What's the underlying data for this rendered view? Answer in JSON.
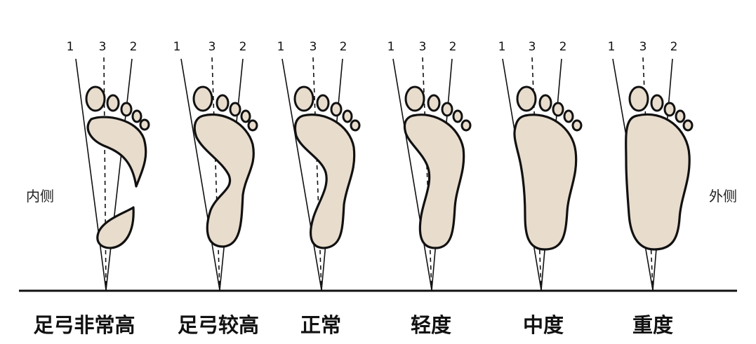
{
  "labels": {
    "left_side": "内侧",
    "right_side": "外侧"
  },
  "line_numbers": [
    "1",
    "3",
    "2"
  ],
  "categories": [
    {
      "label": "足弓非常高"
    },
    {
      "label": "足弓较高"
    },
    {
      "label": "正常"
    },
    {
      "label": "轻度"
    },
    {
      "label": "中度"
    },
    {
      "label": "重度"
    }
  ],
  "colors": {
    "foot_fill": "#e8dccd",
    "outline": "#111111",
    "background": "#ffffff"
  }
}
